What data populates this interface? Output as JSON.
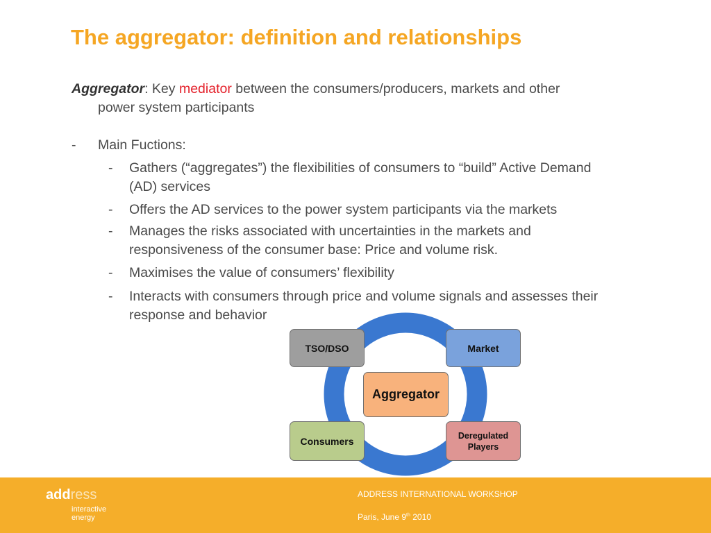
{
  "colors": {
    "title": "#f5a623",
    "highlight": "#e4202a",
    "ring": "#3a78d0",
    "footer": "#f5ae2a"
  },
  "slide": {
    "title": "The aggregator: definition and relationships",
    "intro": {
      "term": "Aggregator",
      "after_term": ": Key ",
      "highlight": "mediator",
      "rest_line1": " between the consumers/producers, markets and other",
      "rest_line2": "power system participants"
    },
    "main_functions": {
      "dash": "-",
      "label": "Main Fuctions:",
      "items": [
        {
          "dash": "-",
          "lines": [
            "Gathers (“aggregates”) the flexibilities of consumers to “build” Active Demand",
            "(AD) services"
          ]
        },
        {
          "dash": "-",
          "lines": [
            "Offers the AD services to the power system participants via the markets"
          ]
        },
        {
          "dash": "-",
          "lines": [
            "Manages the risks associated with uncertainties in the markets and",
            "responsiveness of the consumer base: Price and volume risk."
          ]
        },
        {
          "dash": "-",
          "lines": [
            "Maximises the value of consumers’ flexibility"
          ]
        },
        {
          "dash": "-",
          "lines": [
            "Interacts with consumers through price and volume signals and assesses their",
            "response and behavior"
          ]
        }
      ]
    }
  },
  "diagram": {
    "center": {
      "label": "Aggregator",
      "color": "#f8b27c"
    },
    "nodes": [
      {
        "label": "TSO/DSO",
        "color": "#9e9e9e"
      },
      {
        "label": "Market",
        "color": "#7aa2dc"
      },
      {
        "label": "Consumers",
        "color": "#b9cc8c"
      },
      {
        "label": "Deregulated Players",
        "color": "#de9593"
      }
    ]
  },
  "footer": {
    "logo_text_a": "add",
    "logo_text_b": "ress",
    "logo_sub_line1": "interactive",
    "logo_sub_line2": "energy",
    "workshop": "ADDRESS INTERNATIONAL WORKSHOP",
    "date_prefix": "Paris, June  9",
    "date_suffix": "th",
    "date_year": "  2010"
  }
}
